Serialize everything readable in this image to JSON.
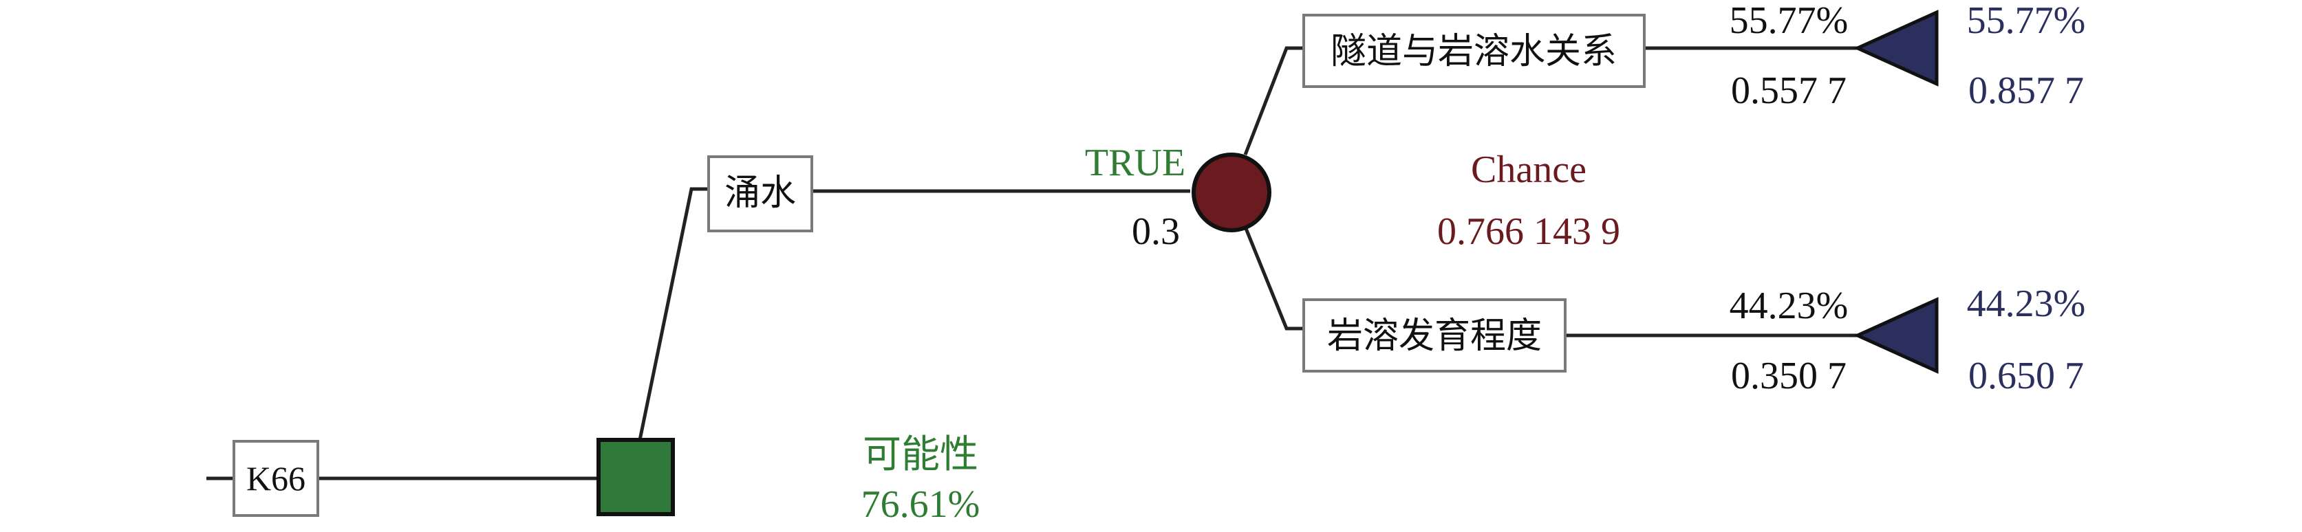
{
  "colors": {
    "decision": "#2f7a3b",
    "chance": "#6b1a1f",
    "terminal": "#2b2f5e",
    "green_text": "#2e7d32",
    "chance_text": "#6b1a1f",
    "navy_text": "#2b2f5e"
  },
  "root": {
    "label": "K66"
  },
  "decision": {
    "label": "可能性",
    "value": "76.61%"
  },
  "branch": {
    "label": "涌水",
    "flag": "TRUE",
    "probability": "0.3"
  },
  "chance": {
    "label": "Chance",
    "value": "0.766 143 9"
  },
  "outcomes": [
    {
      "label": "隧道与岩溶水关系",
      "percent": "55.77%",
      "weight": "0.557 7",
      "end_percent": "55.77%",
      "end_value": "0.857 7"
    },
    {
      "label": "岩溶发育程度",
      "percent": "44.23%",
      "weight": "0.350 7",
      "end_percent": "44.23%",
      "end_value": "0.650 7"
    }
  ]
}
